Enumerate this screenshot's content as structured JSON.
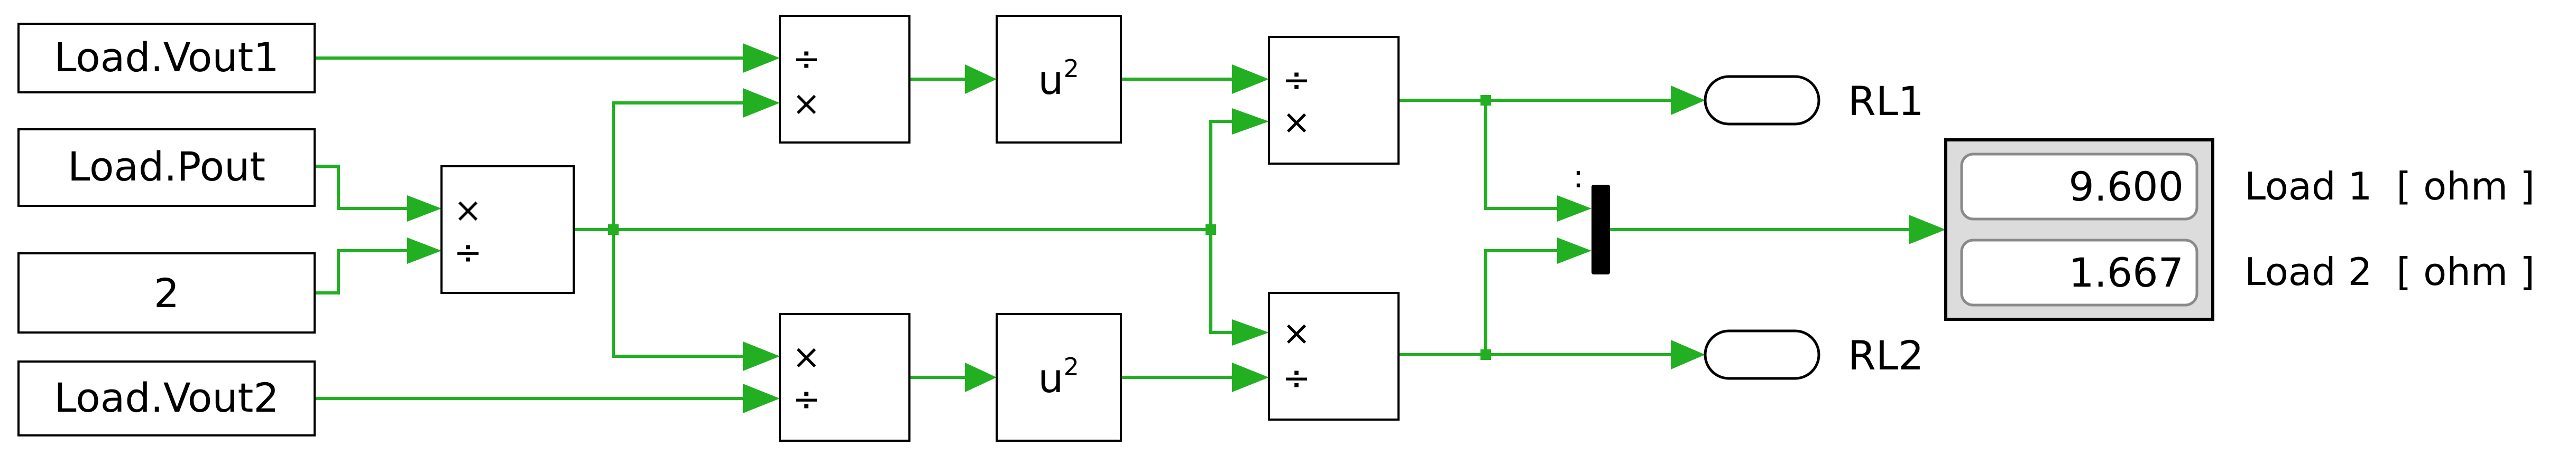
{
  "inputs": {
    "vout1": "Load.Vout1",
    "pout": "Load.Pout",
    "const2": "2",
    "vout2": "Load.Vout2"
  },
  "product_blocks": {
    "mid": {
      "top_op": "×",
      "bottom_op": "÷"
    },
    "div1": {
      "top_op": "÷",
      "bottom_op": "×"
    },
    "div2": {
      "top_op": "×",
      "bottom_op": "÷"
    },
    "out1": {
      "top_op": "÷",
      "bottom_op": "×"
    },
    "out2": {
      "top_op": "×",
      "bottom_op": "÷"
    }
  },
  "square_blocks": {
    "sq1": {
      "base": "u",
      "exponent": "2"
    },
    "sq2": {
      "base": "u",
      "exponent": "2"
    }
  },
  "mux": {
    "port_dots": ":"
  },
  "gotos": {
    "rl1": "RL1",
    "rl2": "RL2"
  },
  "display": {
    "values": [
      "9.600",
      "1.667"
    ],
    "labels": [
      "Load 1  [ ohm ]",
      "Load 2  [ ohm ]"
    ]
  },
  "colors": {
    "wire": "#22b022",
    "block_border": "#000000",
    "display_bg": "#dcdcdc"
  }
}
